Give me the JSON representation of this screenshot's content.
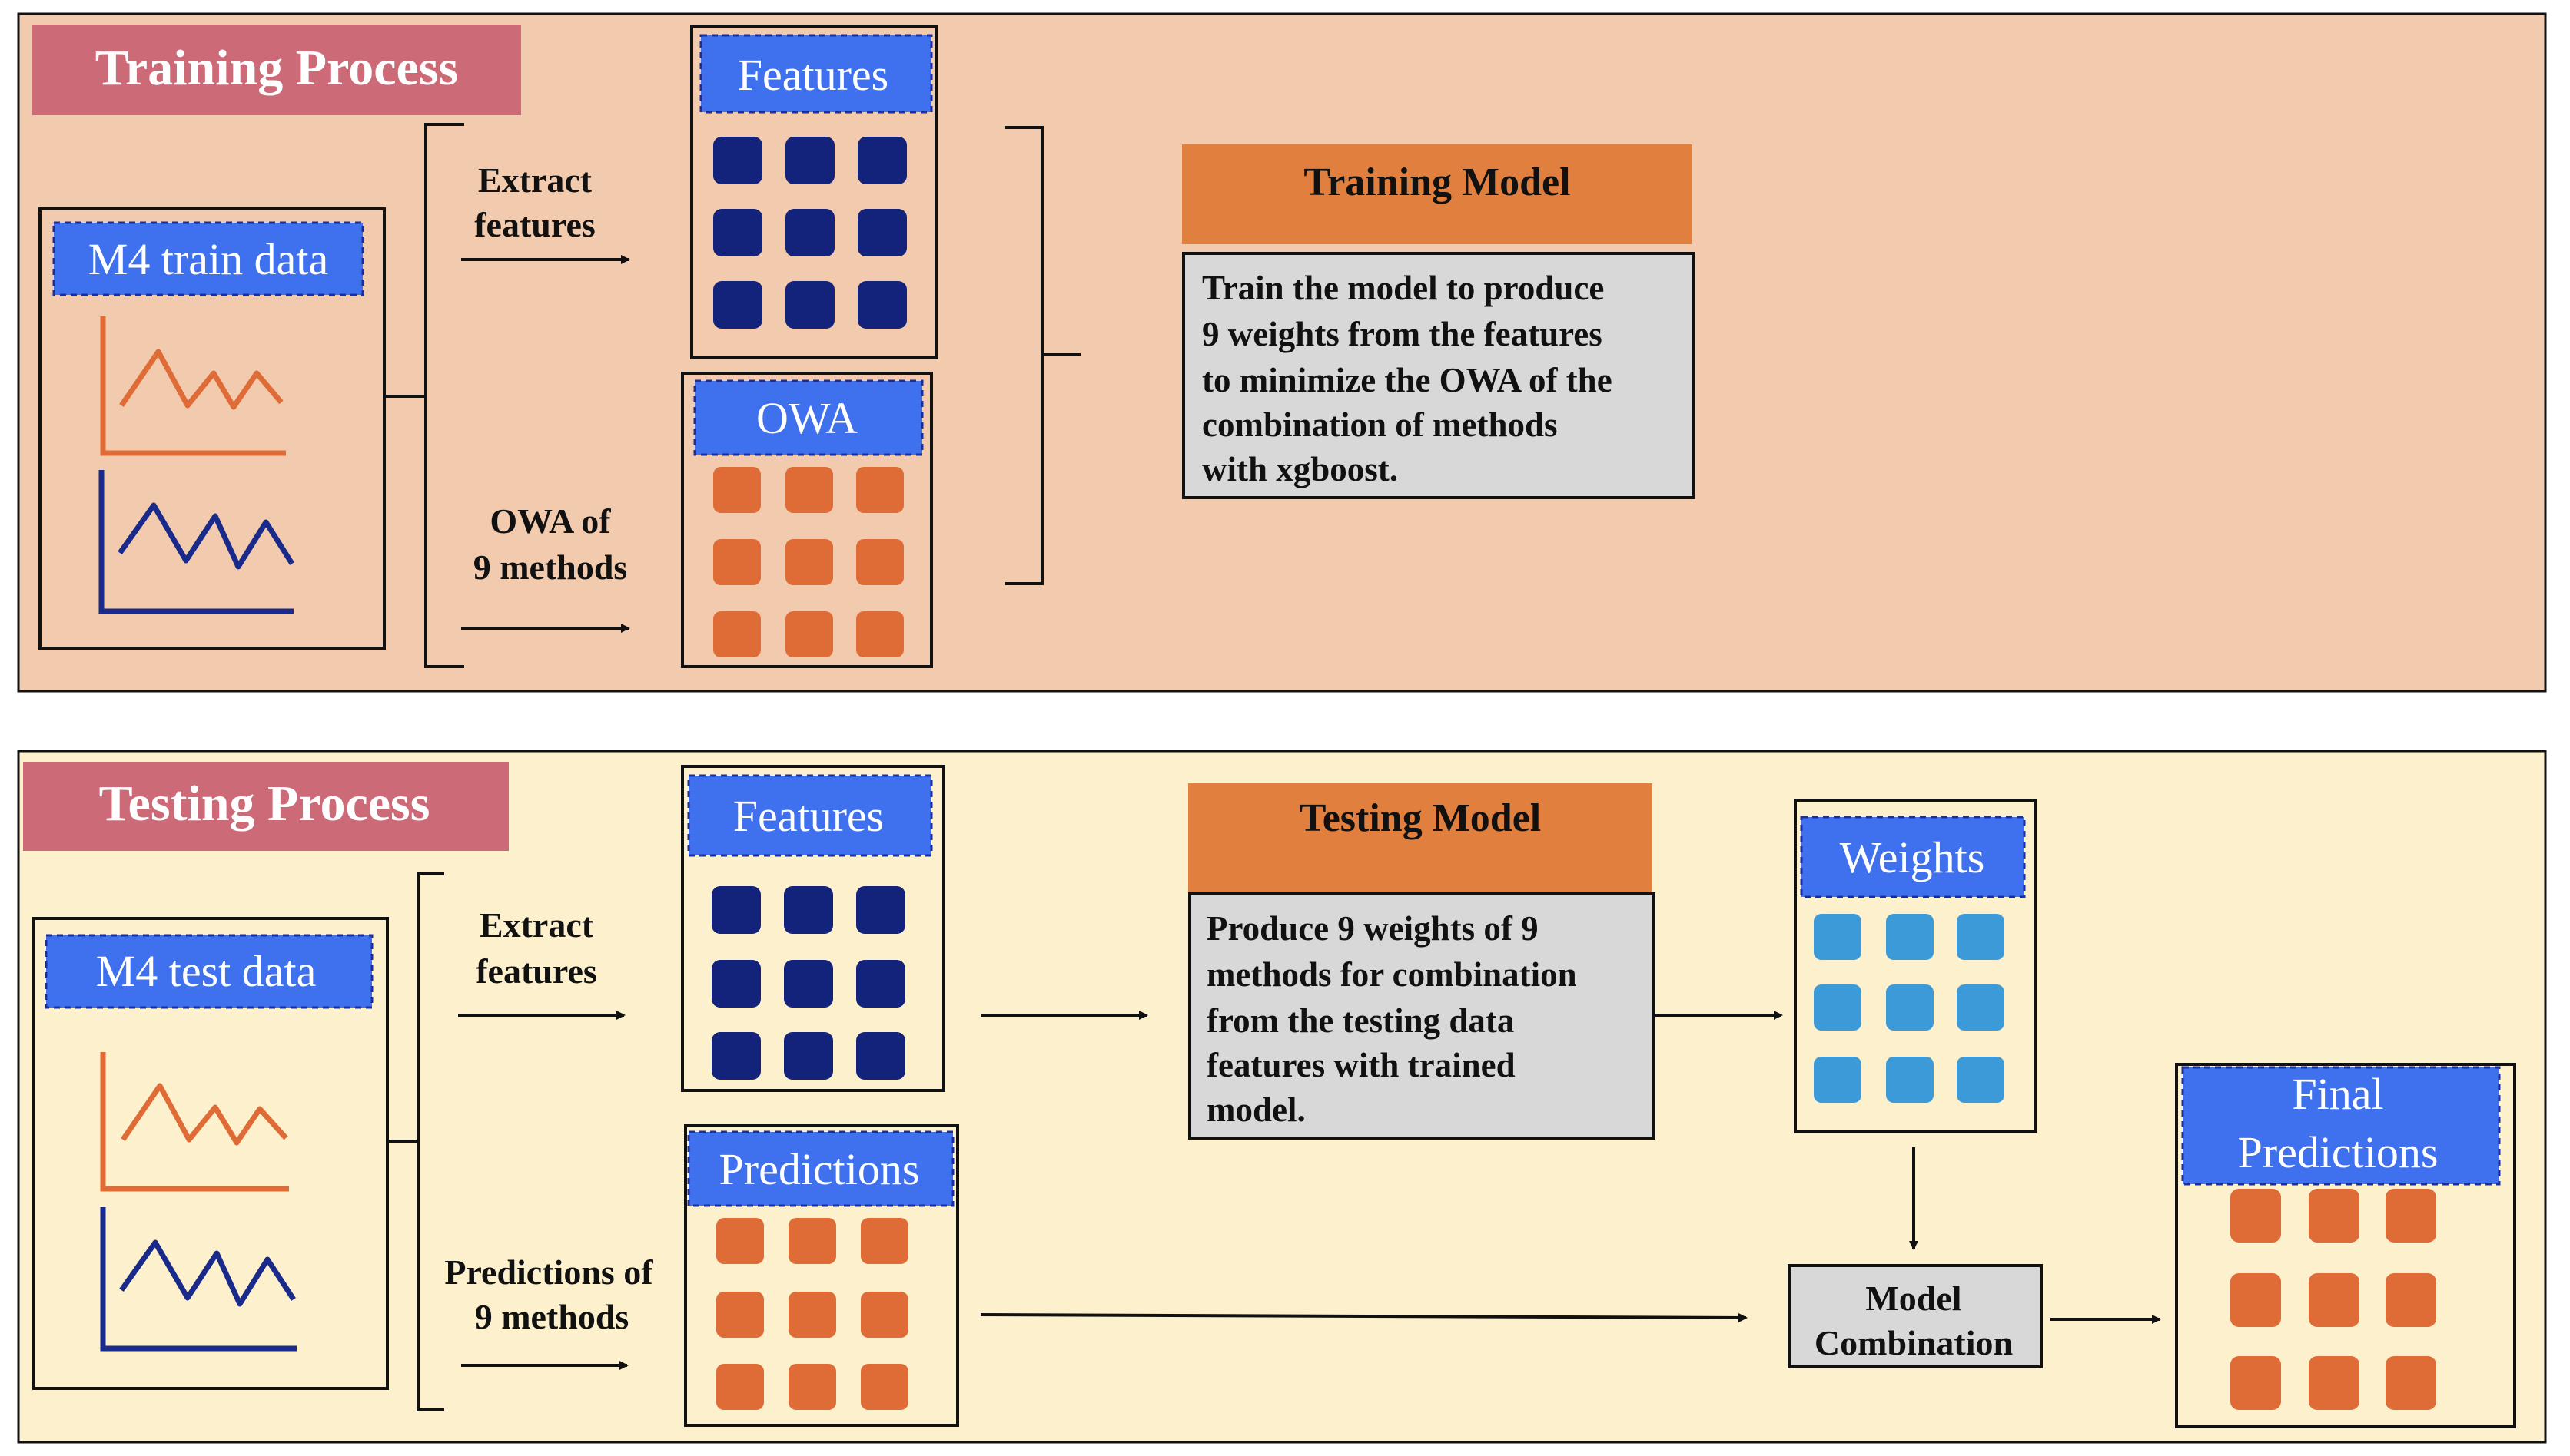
{
  "colors": {
    "training_bg": "#f2cbaf",
    "testing_bg": "#fdf0cd",
    "process_title_bg": "#cd6a78",
    "blue_header": "#3f71ee",
    "dark_navy": "#13227a",
    "orange_tile": "#df6b37",
    "light_blue_tile": "#3d9ad9",
    "model_header": "#e07f3e",
    "gray_box": "#d8d8d8"
  },
  "training": {
    "title": "Training Process",
    "data_label": "M4 train data",
    "extract_label_1": "Extract",
    "extract_label_2": "features",
    "owa_label_1": "OWA of",
    "owa_label_2": "9 methods",
    "features_header": "Features",
    "owa_header": "OWA",
    "model_header": "Training Model",
    "model_text": [
      "Train the model to produce",
      "9 weights from the features",
      "to minimize the OWA of the",
      "combination of methods",
      "with xgboost."
    ]
  },
  "testing": {
    "title": "Testing Process",
    "data_label": "M4 test data",
    "extract_label_1": "Extract",
    "extract_label_2": "features",
    "pred_label_1": "Predictions of",
    "pred_label_2": "9 methods",
    "features_header": "Features",
    "predictions_header": "Predictions",
    "model_header": "Testing Model",
    "model_text": [
      "Produce 9 weights of 9",
      "methods for combination",
      "from the testing data",
      "features with trained",
      "model."
    ],
    "weights_header": "Weights",
    "combination_1": "Model",
    "combination_2": "Combination",
    "final_1": "Final",
    "final_2": "Predictions"
  }
}
